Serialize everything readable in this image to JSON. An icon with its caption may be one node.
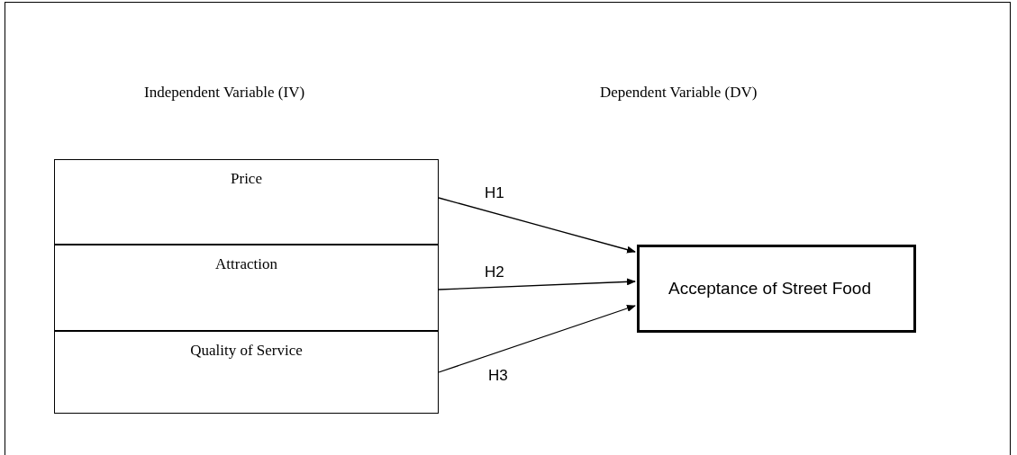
{
  "diagram": {
    "nodes": [
      {
        "text": [
          "Price"
        ]
      },
      {
        "text": [
          "Attraction"
        ]
      },
      {
        "text": [
          "Quality of Service"
        ]
      },
      {
        "text": [
          "Acceptance of Street Food"
        ]
      }
    ],
    "edges": [
      {
        "from": 0,
        "to": 3,
        "arrow": "to",
        "label": "H1"
      },
      {
        "from": 1,
        "to": 3,
        "arrow": "to",
        "label": "H2"
      },
      {
        "from": 2,
        "to": 3,
        "arrow": "to",
        "label": "H3"
      }
    ],
    "labels": [
      "Independent Variable (IV)",
      "Dependent Variable (DV)"
    ]
  }
}
